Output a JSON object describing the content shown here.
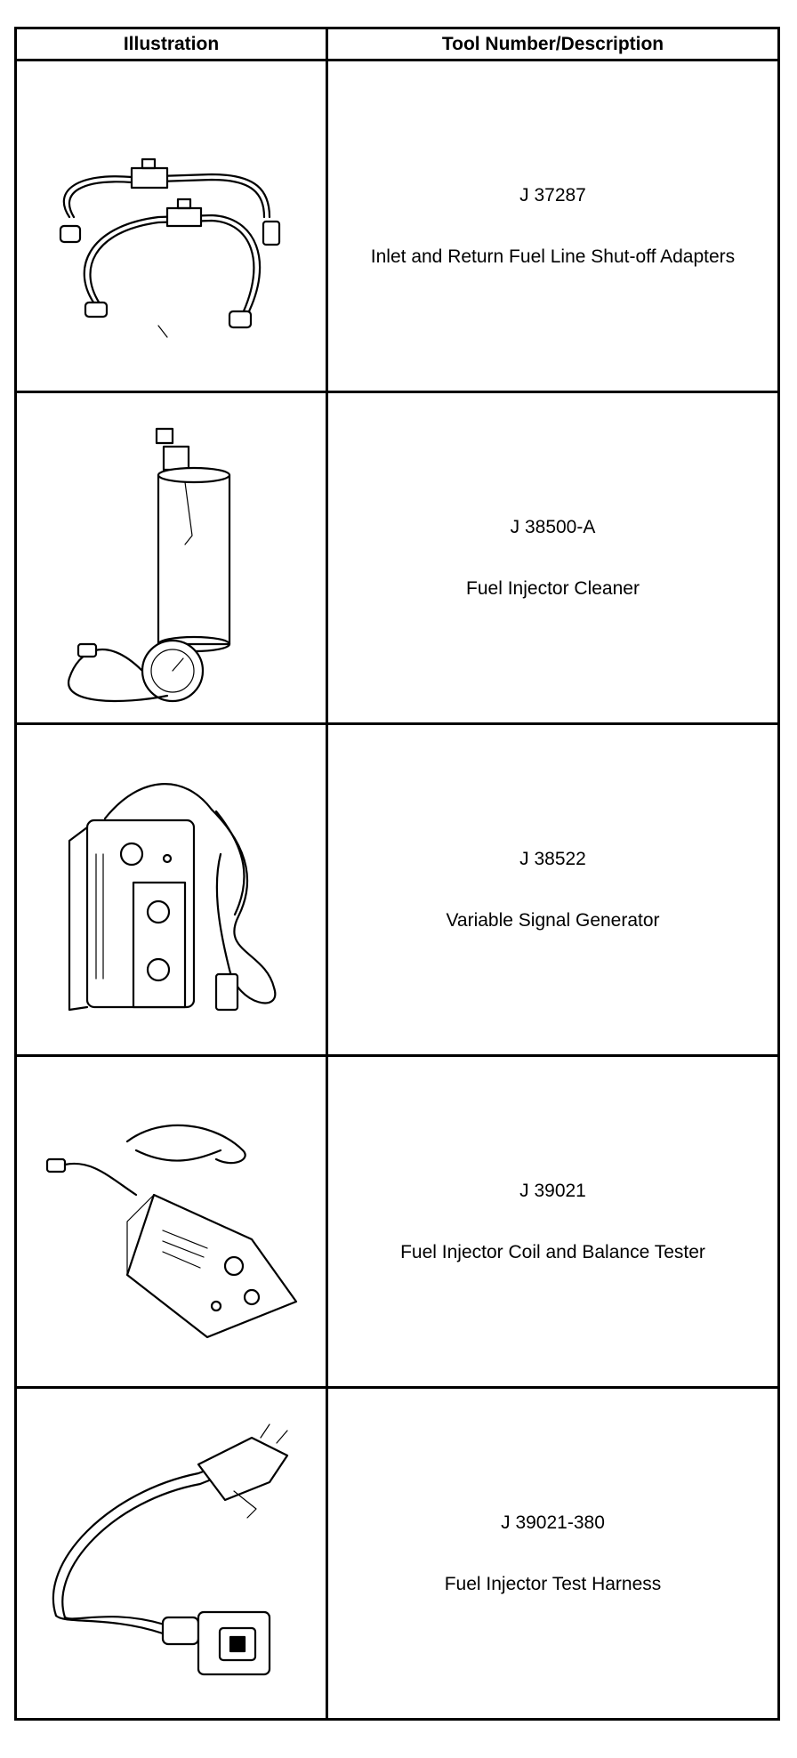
{
  "table": {
    "headers": [
      "Illustration",
      "Tool Number/Description"
    ],
    "rows": [
      {
        "tool_number": "J 37287",
        "description": "Inlet and Return Fuel Line Shut-off Adapters",
        "icon": "fuel-line-shutoff-adapters-illustration"
      },
      {
        "tool_number": "J 38500-A",
        "description": "Fuel Injector Cleaner",
        "icon": "fuel-injector-cleaner-illustration"
      },
      {
        "tool_number": "J 38522",
        "description": "Variable Signal Generator",
        "icon": "variable-signal-generator-illustration"
      },
      {
        "tool_number": "J 39021",
        "description": "Fuel Injector Coil and Balance Tester",
        "icon": "coil-balance-tester-illustration"
      },
      {
        "tool_number": "J 39021-380",
        "description": "Fuel Injector Test Harness",
        "icon": "test-harness-illustration"
      }
    ]
  }
}
